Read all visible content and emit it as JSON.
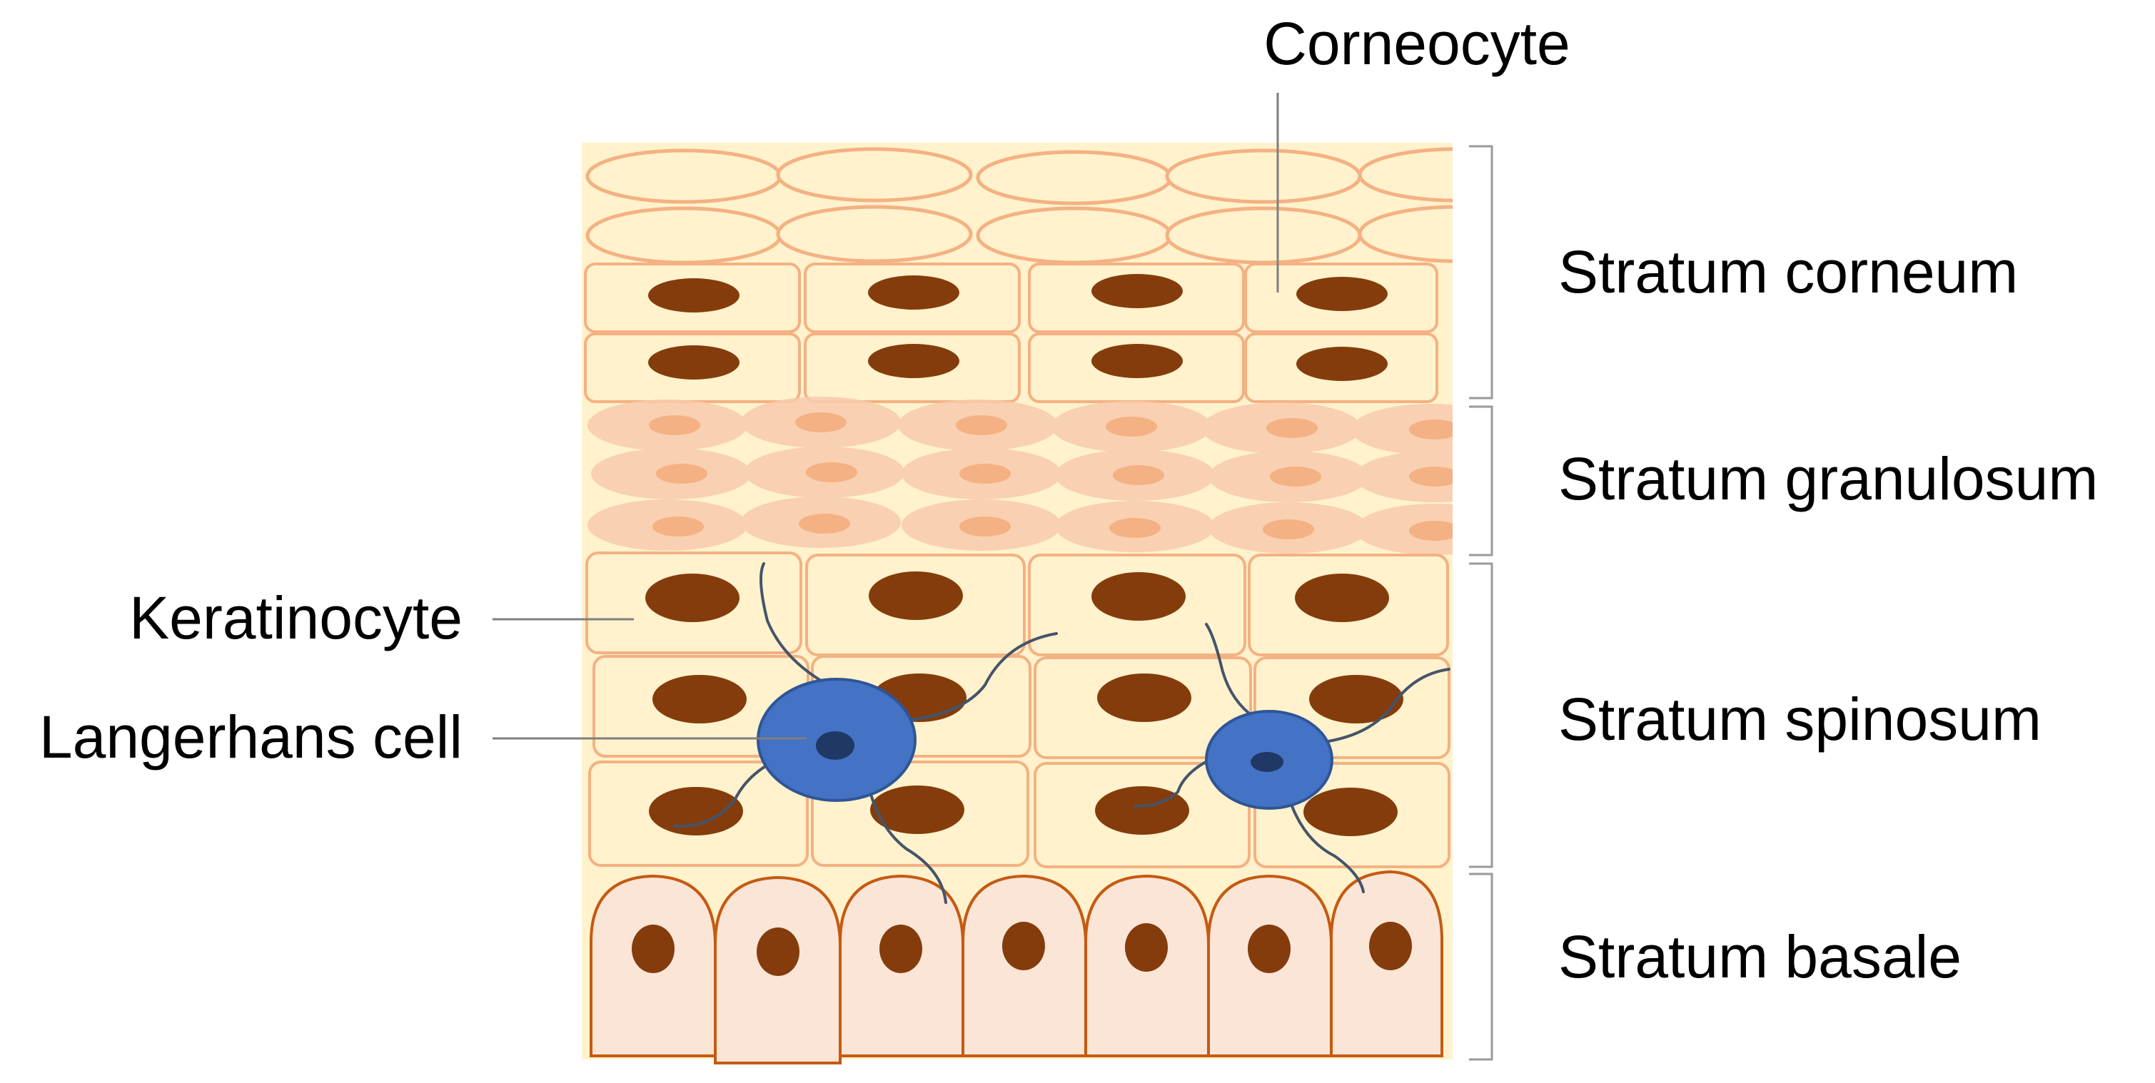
{
  "labels": {
    "corneocyte": "Corneocyte",
    "keratinocyte": "Keratinocyte",
    "langerhans": "Langerhans cell"
  },
  "layers": [
    {
      "name": "Stratum corneum"
    },
    {
      "name": "Stratum granulosum"
    },
    {
      "name": "Stratum spinosum"
    },
    {
      "name": "Stratum basale"
    }
  ],
  "colors": {
    "tissue_background": "#fff2cc",
    "cell_outline": "#f4b183",
    "flat_cell_fill": "#fff2cc",
    "granulosum_cell": "#f8cbad",
    "granulosum_nucleus": "#f4b183",
    "nucleus": "#843c0c",
    "basal_cell_fill": "#fbe5d6",
    "basal_outline": "#c55a11",
    "langerhans_fill": "#4472c4",
    "langerhans_outline": "#2f5597",
    "langerhans_nucleus": "#1f3864",
    "dendrite": "#44546a"
  }
}
